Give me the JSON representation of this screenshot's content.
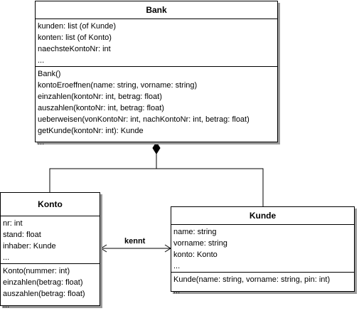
{
  "bank": {
    "name": "Bank",
    "attributes": [
      "kunden: list (of Kunde)",
      "konten: list (of Konto)",
      "naechsteKontoNr: int",
      "..."
    ],
    "methods": [
      "Bank()",
      "kontoEroeffnen(name: string, vorname: string)",
      "einzahlen(kontoNr: int, betrag: float)",
      "auszahlen(kontoNr: int, betrag: float)",
      "ueberweisen(vonKontoNr: int, nachKontoNr: int, betrag: float)",
      "getKunde(kontoNr: int): Kunde",
      "..."
    ]
  },
  "konto": {
    "name": "Konto",
    "attributes": [
      "nr: int",
      "stand: float",
      "inhaber: Kunde",
      "..."
    ],
    "methods": [
      "Konto(nummer: int)",
      "einzahlen(betrag: float)",
      "auszahlen(betrag: float)",
      "..."
    ]
  },
  "kunde": {
    "name": "Kunde",
    "attributes": [
      "name: string",
      "vorname: string",
      "konto: Konto",
      "..."
    ],
    "methods": [
      "Kunde(name: string, vorname: string, pin: int)",
      "..."
    ]
  },
  "association": {
    "label": "kennt"
  }
}
